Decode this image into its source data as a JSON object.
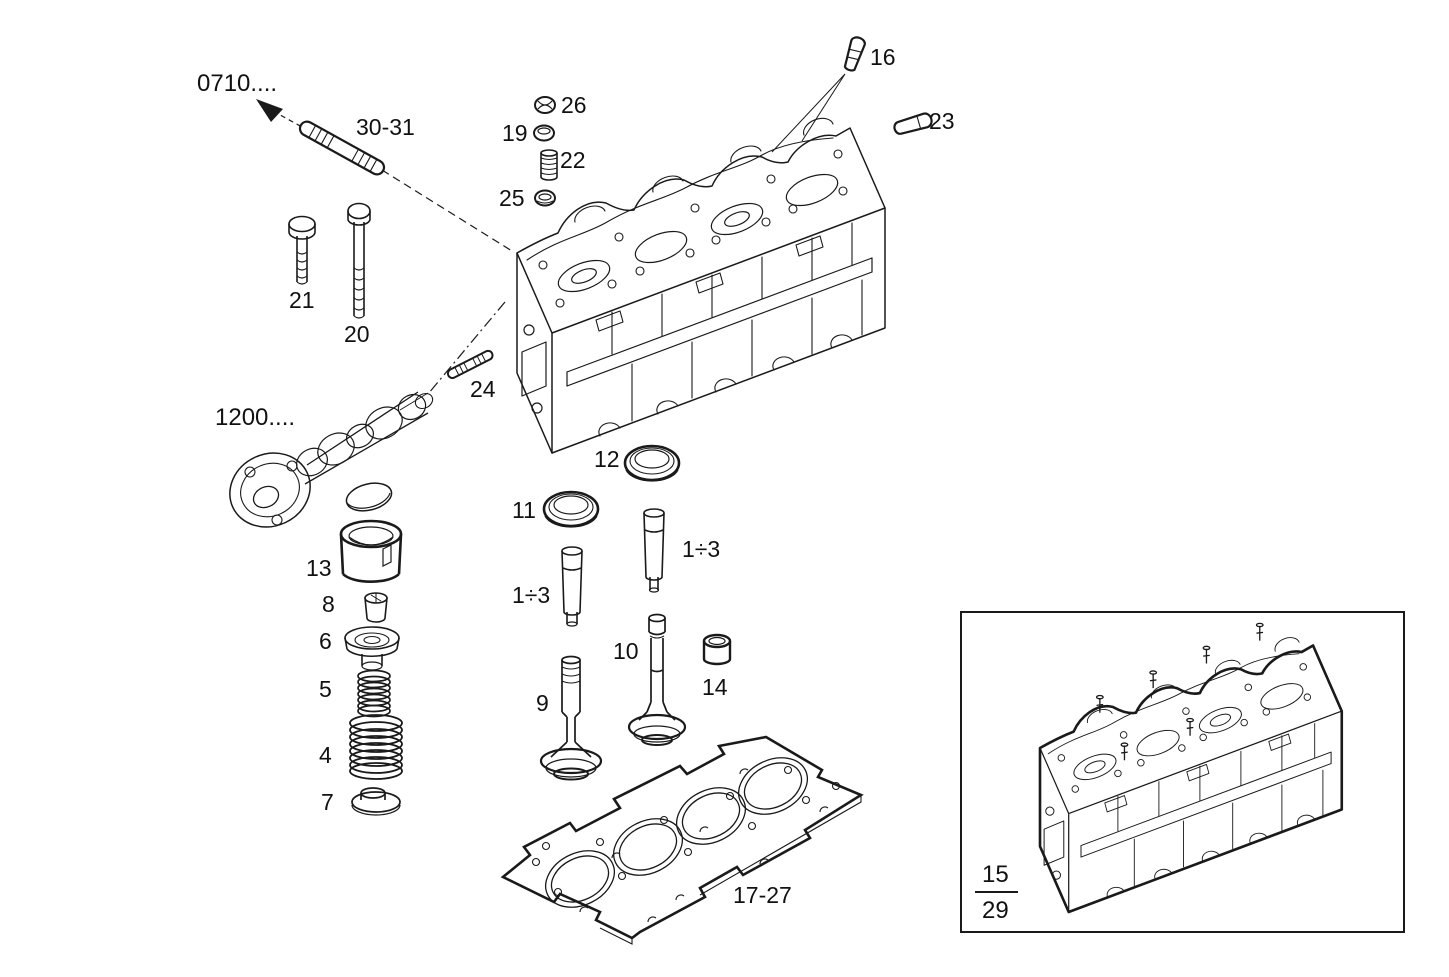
{
  "diagram": {
    "background_color": "#ffffff",
    "line_color": "#1a1a1a",
    "callouts": {
      "ref_0710": "0710....",
      "stud_30_31": "30-31",
      "c26": "26",
      "c19": "19",
      "c22": "22",
      "c25": "25",
      "c16": "16",
      "c23": "23",
      "c21": "21",
      "c20": "20",
      "c24": "24",
      "ref_1200": "1200....",
      "c12": "12",
      "c11": "11",
      "guide_range_left": "1÷3",
      "guide_range_right": "1÷3",
      "c13": "13",
      "c8": "8",
      "c6": "6",
      "c5": "5",
      "c4": "4",
      "c7": "7",
      "c9": "9",
      "c10": "10",
      "c14": "14",
      "gasket_17_27": "17-27"
    },
    "inset": {
      "numerator": "15",
      "denominator": "29"
    }
  }
}
